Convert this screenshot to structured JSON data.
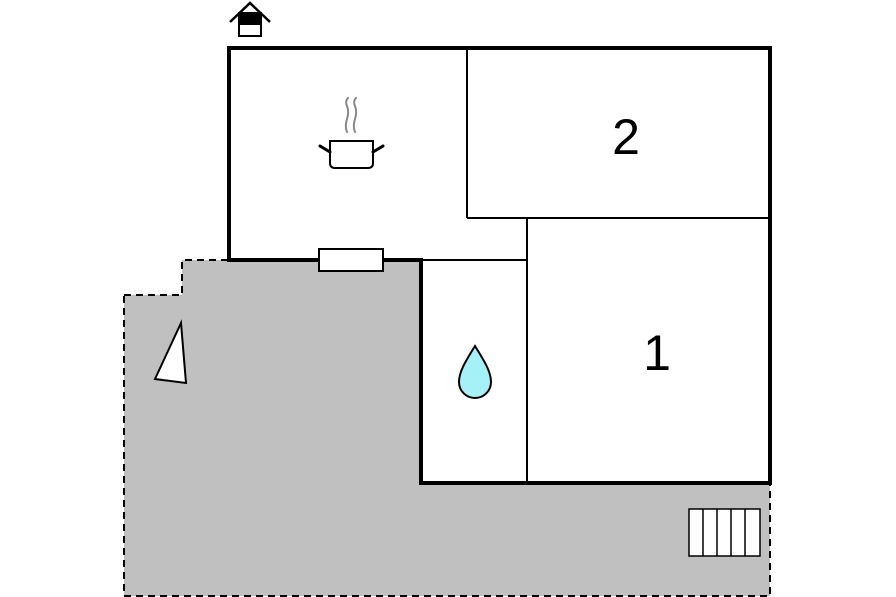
{
  "floorplan": {
    "rooms": [
      {
        "id": "bedroom-2",
        "label": "2"
      },
      {
        "id": "bedroom-1",
        "label": "1"
      }
    ],
    "icons": {
      "entrance": "house-entrance-icon",
      "kitchen": "cooking-pot-icon",
      "bathroom": "water-drop-icon",
      "orientation": "north-arrow-icon",
      "stairs": "stairs-icon",
      "window": "window-icon"
    },
    "colors": {
      "terrace": "#c0c0c0",
      "wall": "#000000",
      "water": "#a6f0f8",
      "background": "#ffffff"
    }
  }
}
